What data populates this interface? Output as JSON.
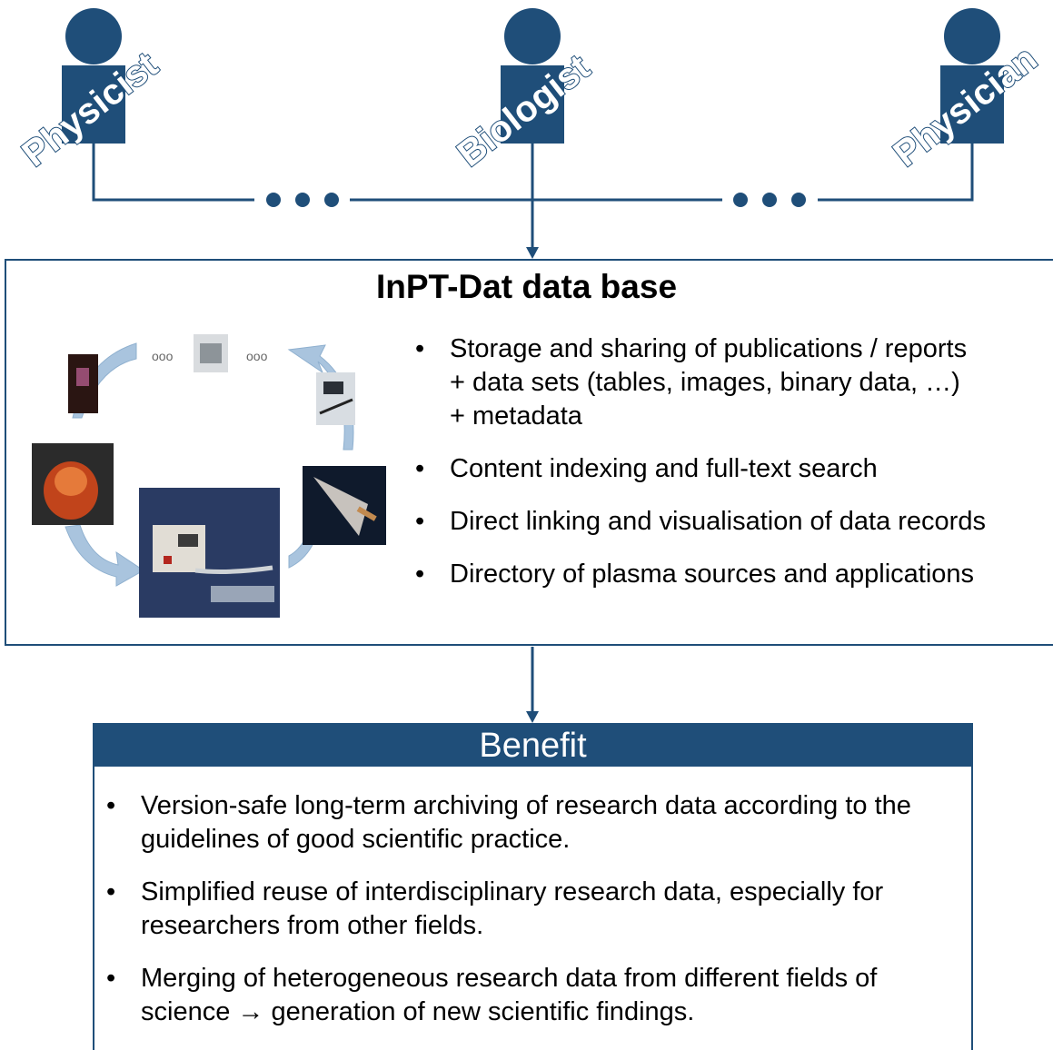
{
  "roles": [
    {
      "label": "Physicist"
    },
    {
      "label": "Biologist"
    },
    {
      "label": "Physician"
    }
  ],
  "connector": {
    "ellipsis": "• • •"
  },
  "database": {
    "title": "InPT-Dat data base",
    "features": [
      {
        "text": "Storage and sharing of publications / reports",
        "sub": [
          "+ data sets (tables, images, binary data, …)",
          "+ metadata"
        ]
      },
      {
        "text": "Content indexing and full-text search",
        "sub": []
      },
      {
        "text": "Direct linking and visualisation of data records",
        "sub": []
      },
      {
        "text": "Directory of plasma sources and applications",
        "sub": []
      }
    ],
    "cycle_ellipsis": "ooo"
  },
  "benefit": {
    "title": "Benefit",
    "items": [
      {
        "text": "Version-safe long-term archiving of research data according to the guidelines of good scientific practice."
      },
      {
        "text": "Simplified reuse of interdisciplinary research data, especially for researchers from other fields."
      },
      {
        "text": "Merging of heterogeneous research data from different fields of science → generation of new scientific findings."
      }
    ]
  },
  "colors": {
    "accent": "#1f4e79",
    "arrow_fill": "#a9c4de",
    "text": "#000000"
  }
}
